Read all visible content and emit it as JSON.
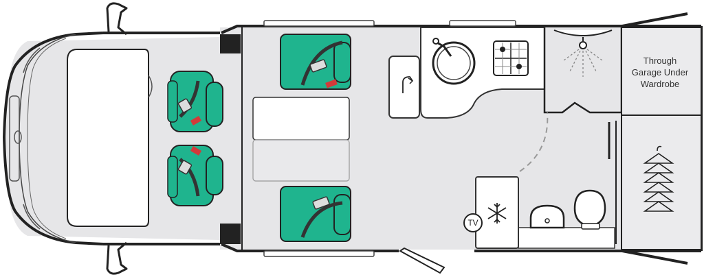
{
  "floorplan": {
    "garage_label": {
      "line1": "Through",
      "line2": "Garage Under",
      "line3": "Wardrobe"
    },
    "tv_label": "TV"
  },
  "colors": {
    "seat": "#1fb48e",
    "seat_dark": "#18936f",
    "belt": "#333333",
    "buckle_accent": "#d23a3a",
    "floor": "#e6e6e8",
    "wall": "#222222",
    "counter": "#f2f2f2"
  },
  "icons": [
    "steering-wheel-icon",
    "sink-icon",
    "hob-icon",
    "shower-icon",
    "snowflake-icon",
    "tv-icon",
    "toilet-icon",
    "basin-icon",
    "hanger-icon",
    "swivel-arrow-icon",
    "seatbelt-icon"
  ]
}
